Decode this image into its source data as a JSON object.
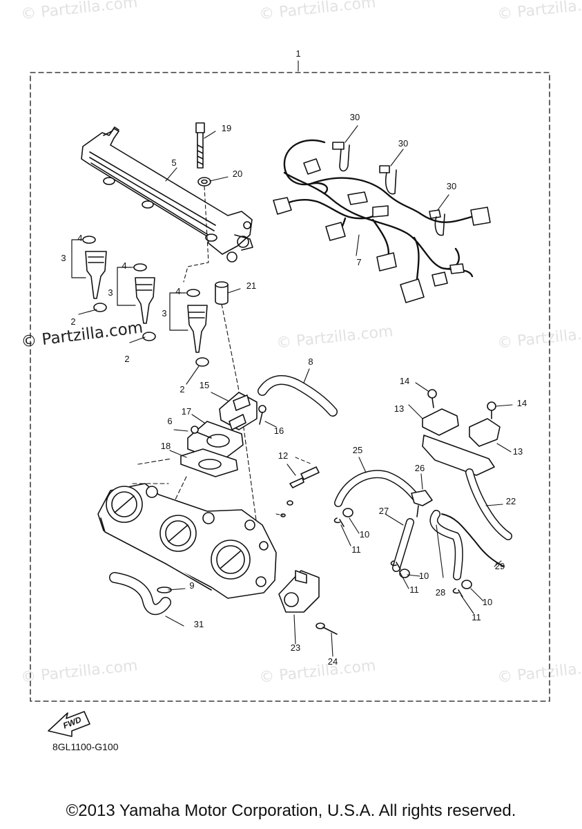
{
  "watermark": "© Partzilla.com",
  "watermark_main": "© Partzilla.com",
  "diagram_code": "8GL1100-G100",
  "fwd_label": "FWD",
  "copyright": "©2013 Yamaha Motor Corporation, U.S.A. All rights reserved.",
  "callouts": [
    "1",
    "2",
    "2",
    "2",
    "3",
    "3",
    "3",
    "4",
    "4",
    "4",
    "5",
    "6",
    "7",
    "8",
    "9",
    "10",
    "10",
    "10",
    "11",
    "11",
    "11",
    "12",
    "13",
    "13",
    "14",
    "14",
    "15",
    "16",
    "17",
    "18",
    "19",
    "20",
    "21",
    "22",
    "23",
    "24",
    "25",
    "26",
    "27",
    "28",
    "29",
    "30",
    "30",
    "30",
    "31"
  ]
}
